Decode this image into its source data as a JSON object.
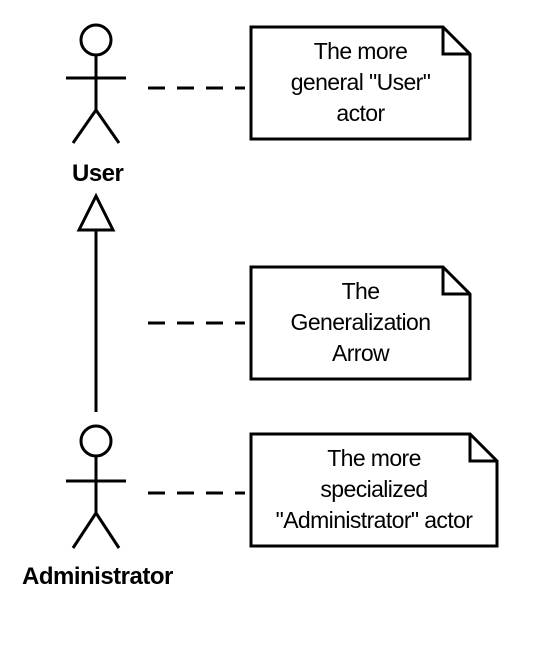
{
  "actors": [
    {
      "id": "user",
      "label": "User"
    },
    {
      "id": "administrator",
      "label": "Administrator"
    }
  ],
  "notes": [
    {
      "id": "note-general-user",
      "lines": [
        "The more",
        "general \"User\"",
        "actor"
      ]
    },
    {
      "id": "note-generalization-arrow",
      "lines": [
        "The",
        "Generalization",
        "Arrow"
      ]
    },
    {
      "id": "note-specialized-admin",
      "lines": [
        "The more",
        "specialized",
        "\"Administrator\" actor"
      ]
    }
  ]
}
